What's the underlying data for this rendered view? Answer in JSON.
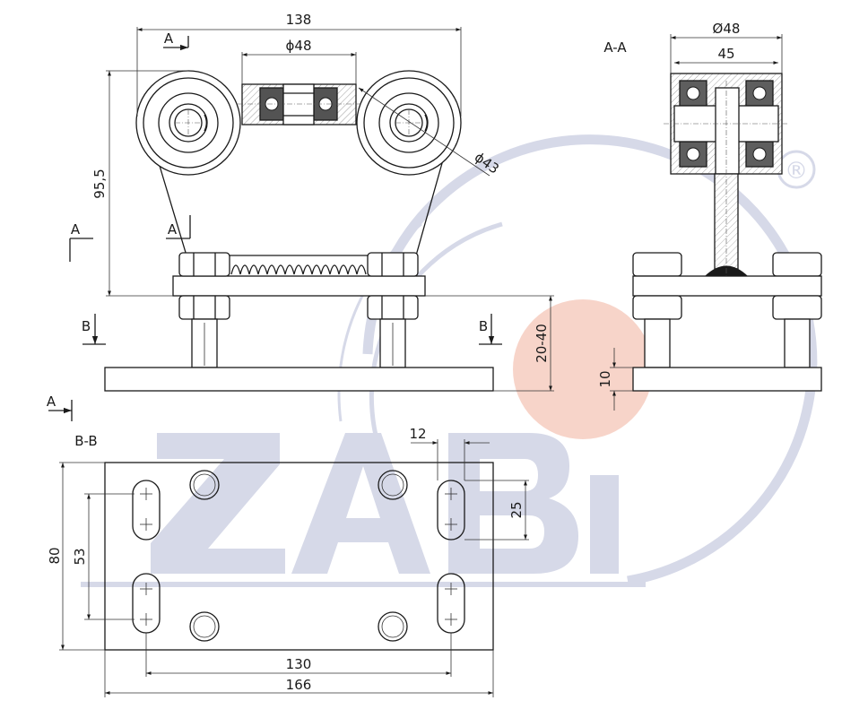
{
  "colors": {
    "watermark": "#d6d9e8",
    "highlight": "#f6cdbf",
    "line": "#1a1a1a",
    "background": "#ffffff"
  },
  "watermark": {
    "logo_text": "ZABI",
    "registered_mark": "®"
  },
  "front_view": {
    "dims": {
      "overall_width": "138",
      "wheel_spacing_diameter": "ϕ48",
      "height": "95,5",
      "wheel_diameter": "ϕ43",
      "adjust_range": "20-40"
    },
    "section_marks": [
      "A",
      "A",
      "A",
      "A",
      "B",
      "B"
    ]
  },
  "section_aa": {
    "title": "A-A",
    "dims": {
      "diameter": "Ø48",
      "width": "45",
      "plate_thickness": "10"
    }
  },
  "section_bb": {
    "title": "B-B",
    "dims": {
      "slot_width": "12",
      "slot_length": "25",
      "plate_height": "80",
      "slot_spacing": "53",
      "hole_spacing": "130",
      "plate_length": "166"
    }
  }
}
